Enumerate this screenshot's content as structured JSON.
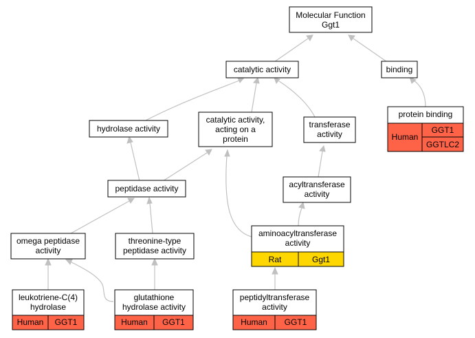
{
  "colors": {
    "edge": "#c0c0c0",
    "human": "#ff6347",
    "rat": "#ffd700"
  },
  "nodes": {
    "mf": {
      "lines": [
        "Molecular Function",
        "Ggt1"
      ]
    },
    "catalytic": {
      "lines": [
        "catalytic activity"
      ]
    },
    "binding": {
      "lines": [
        "binding"
      ]
    },
    "protein_binding": {
      "lines": [
        "protein binding"
      ],
      "annotations": {
        "organism": "Human",
        "genes": [
          "GGT1",
          "GGTLC2"
        ]
      }
    },
    "hydrolase": {
      "lines": [
        "hydrolase activity"
      ]
    },
    "cat_protein": {
      "lines": [
        "catalytic activity,",
        "acting on a",
        "protein"
      ]
    },
    "transferase": {
      "lines": [
        "transferase",
        "activity"
      ]
    },
    "peptidase": {
      "lines": [
        "peptidase activity"
      ]
    },
    "acyltransferase": {
      "lines": [
        "acyltransferase",
        "activity"
      ]
    },
    "omega": {
      "lines": [
        "omega peptidase",
        "activity"
      ]
    },
    "threonine": {
      "lines": [
        "threonine-type",
        "peptidase activity"
      ]
    },
    "aminoacyl": {
      "lines": [
        "aminoacyltransferase",
        "activity"
      ],
      "annotations": {
        "organism": "Rat",
        "genes": [
          "Ggt1"
        ]
      }
    },
    "leuko": {
      "lines": [
        "leukotriene-C(4)",
        "hydrolase"
      ],
      "annotations": {
        "organism": "Human",
        "genes": [
          "GGT1"
        ]
      }
    },
    "glutathione": {
      "lines": [
        "glutathione",
        "hydrolase activity"
      ],
      "annotations": {
        "organism": "Human",
        "genes": [
          "GGT1"
        ]
      }
    },
    "peptidyl": {
      "lines": [
        "peptidyltransferase",
        "activity"
      ],
      "annotations": {
        "organism": "Human",
        "genes": [
          "GGT1"
        ]
      }
    }
  }
}
